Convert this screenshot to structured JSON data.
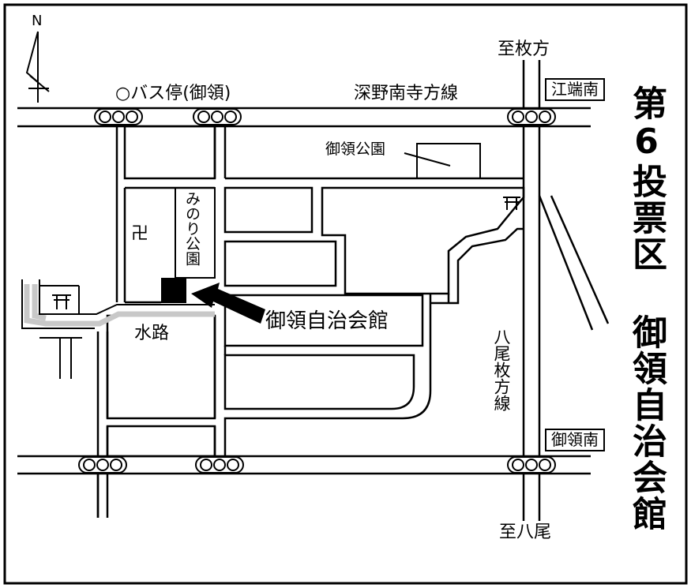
{
  "north_label": "N",
  "title": {
    "district": "第6投票区",
    "hall": "御領自治会館"
  },
  "directions": {
    "north": "至枚方",
    "south": "至八尾"
  },
  "roads": {
    "upper": "深野南寺方線",
    "vertical": "八尾枚方線"
  },
  "intersections": {
    "north": "江端南",
    "south": "御領南"
  },
  "labels": {
    "bus_stop": "○バス停(御領)",
    "park_goryo": "御領公園",
    "park_minori": "みのり公園",
    "waterway": "水路",
    "destination": "御領自治会館"
  },
  "symbols": {
    "temple": "卍",
    "shrine": "⛩"
  }
}
